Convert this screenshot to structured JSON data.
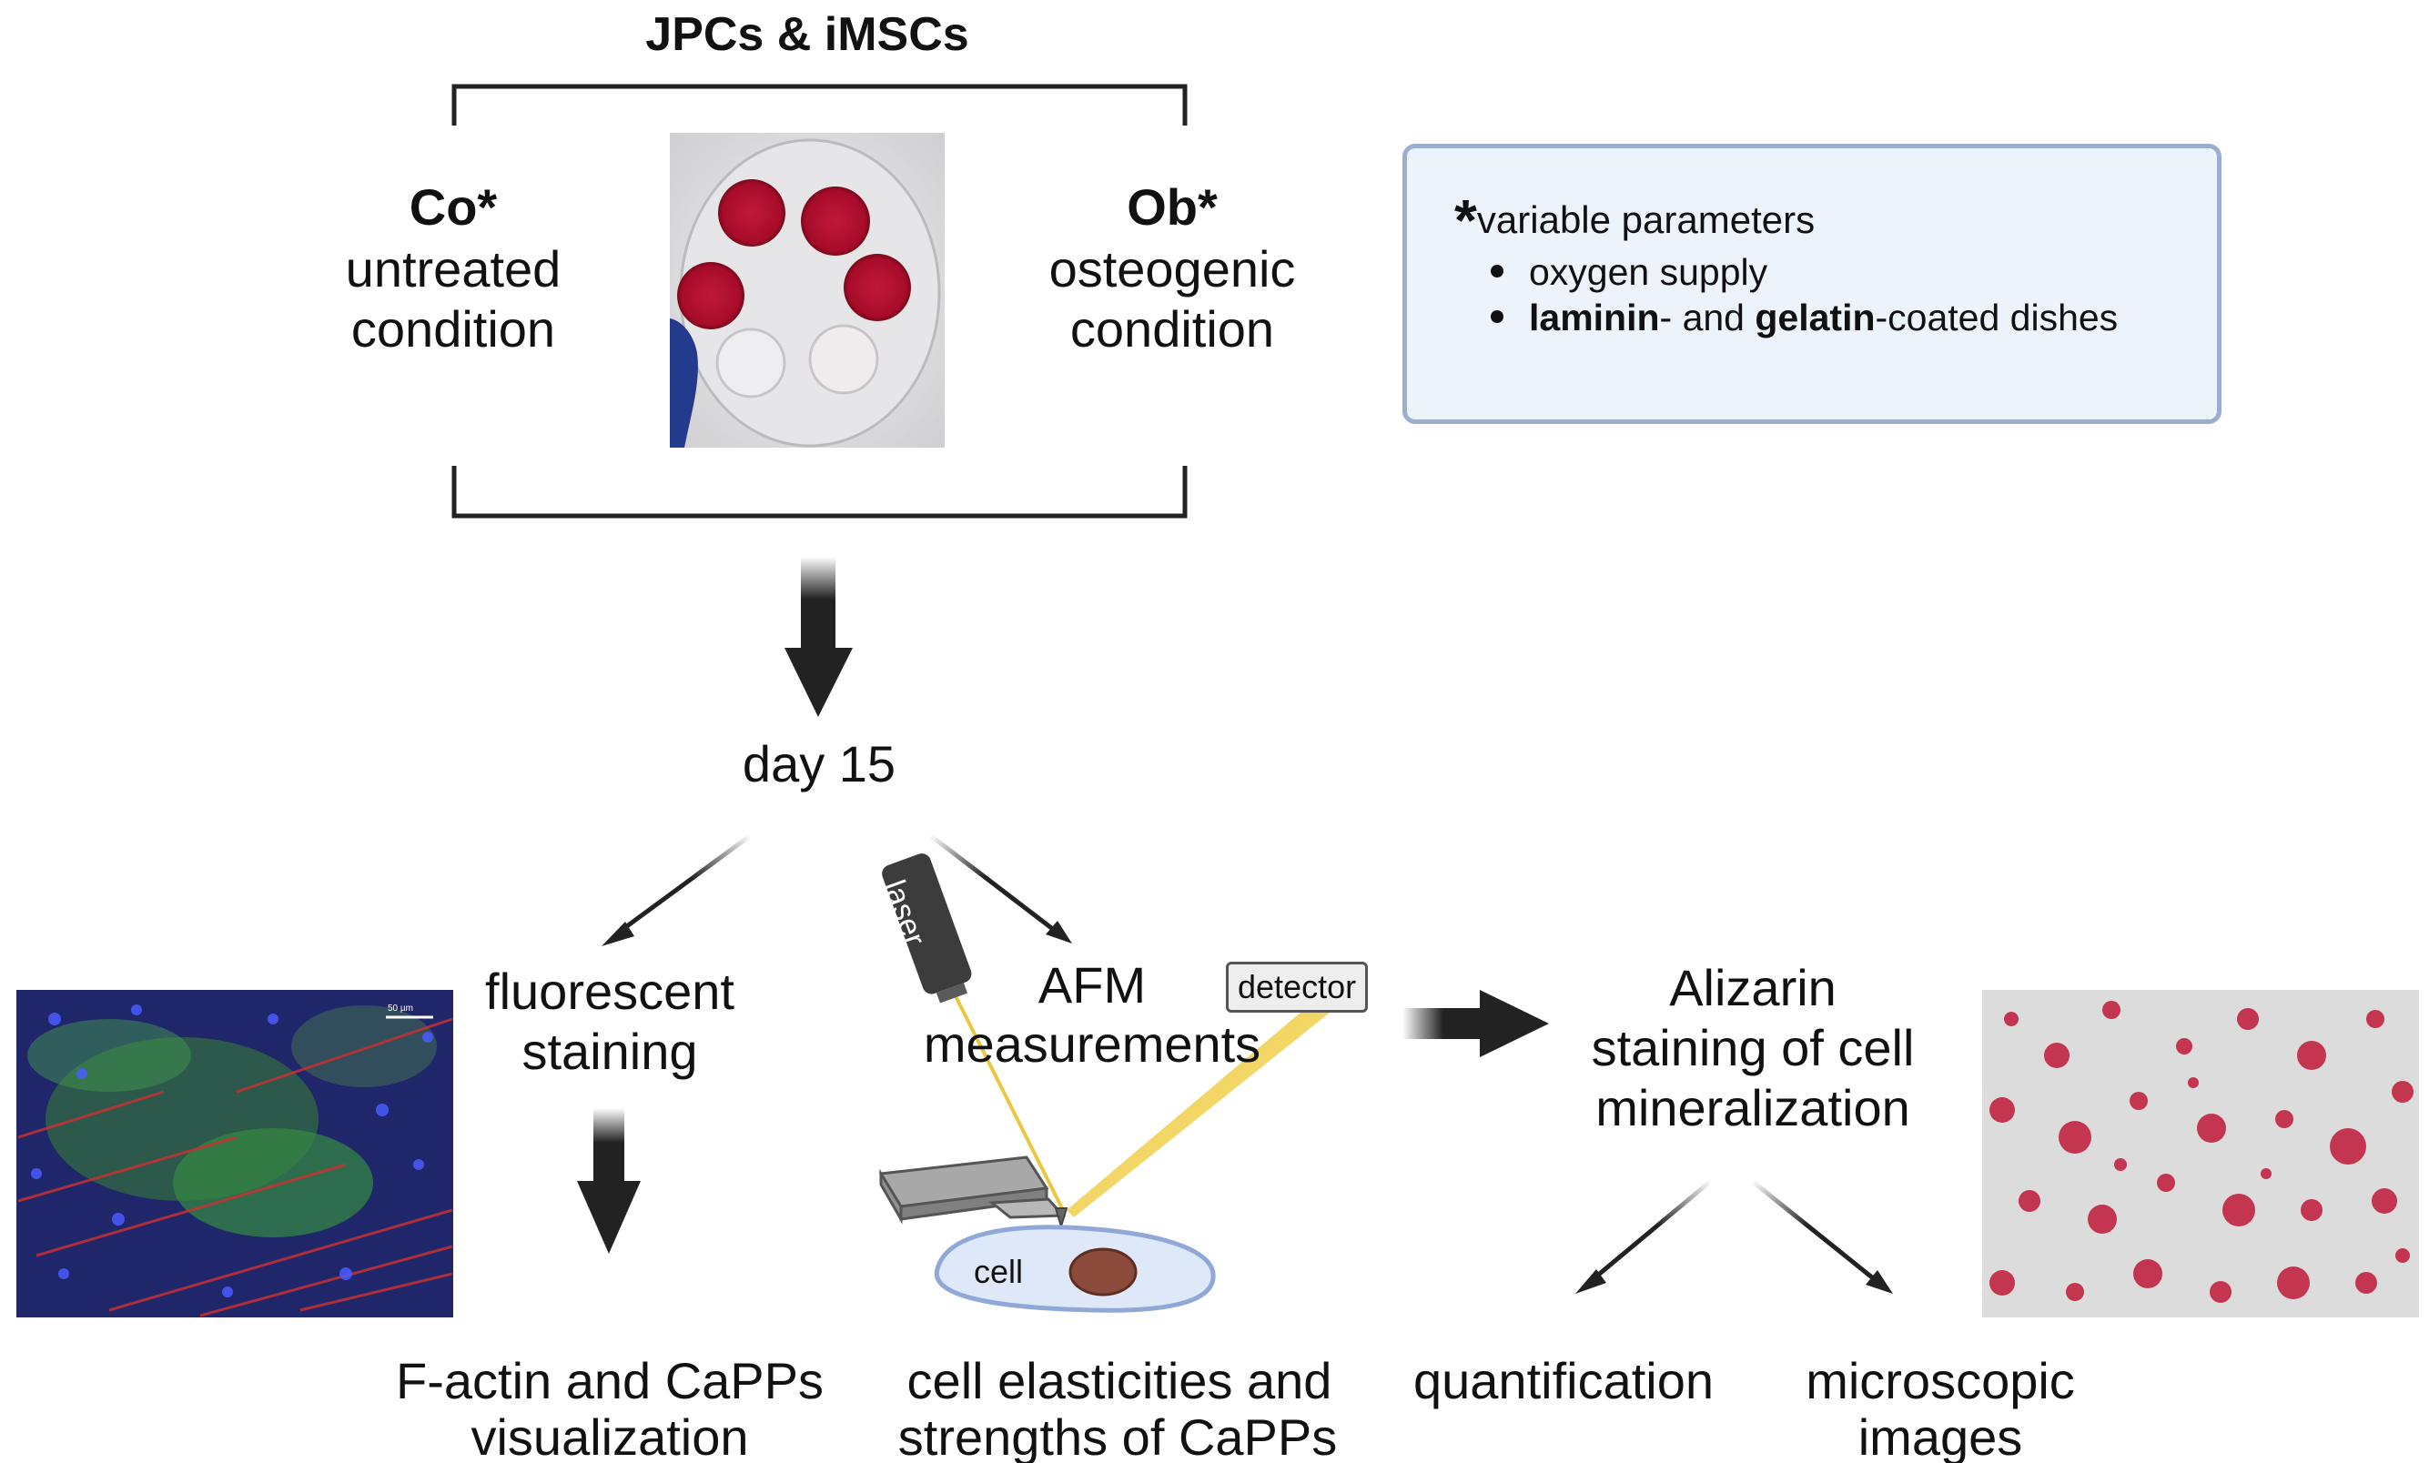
{
  "header": {
    "title": "JPCs & iMSCs"
  },
  "conditions": {
    "control": {
      "code": "Co*",
      "line1": "untreated",
      "line2": "condition"
    },
    "osteogenic": {
      "code": "Ob*",
      "line1": "osteogenic",
      "line2": "condition"
    }
  },
  "parameters": {
    "star": "*",
    "title": "variable parameters",
    "items": [
      {
        "bold": "",
        "text": "oxygen supply"
      },
      {
        "bold1": "laminin",
        "mid": "- and ",
        "bold2": "gelatin",
        "rest": "-coated dishes"
      }
    ]
  },
  "timepoint": {
    "label": "day 15"
  },
  "branches": {
    "fluorescent": {
      "line1": "fluorescent",
      "line2": "staining",
      "result1": "F-actin and CaPPs",
      "result2": "visualization"
    },
    "afm": {
      "line1": "AFM",
      "line2": "measurements",
      "laser": "laser",
      "detector": "detector",
      "cell": "cell",
      "result1": "cell elasticities and",
      "result2": "strengths of CaPPs"
    },
    "alizarin": {
      "line1": "Alizarin",
      "line2": "staining of cell",
      "line3": "mineralization",
      "result_left": "quantification",
      "result_right1": "microscopic",
      "result_right2": "images"
    }
  },
  "micrograph_scale": "50 µm",
  "colors": {
    "box_fill": "#edf3fb",
    "box_border": "#9aaed2",
    "stain_red": "#b01030",
    "laser_yellow": "#f0d050",
    "cell_fill": "#dfe8f8",
    "cell_border": "#8fa8d8",
    "nucleus": "#8b4a3a",
    "arrow": "#222222"
  },
  "icons": [
    "well-plate-photo",
    "fluorescence-micrograph",
    "alizarin-micrograph",
    "laser-icon",
    "cantilever-icon",
    "cell-icon"
  ]
}
